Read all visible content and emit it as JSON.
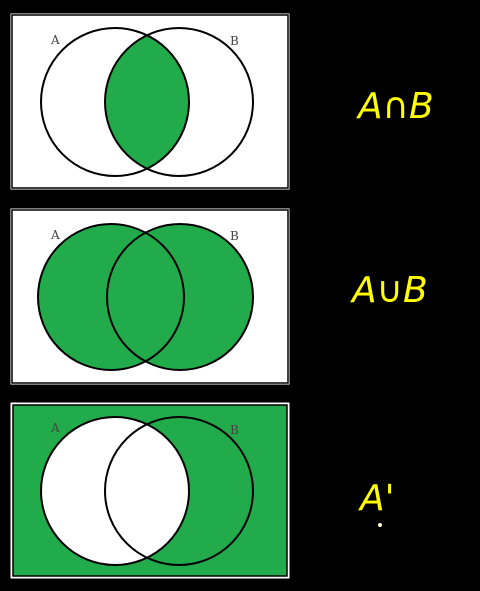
{
  "colors": {
    "background": "#000000",
    "fill": "#22ab4b",
    "white": "#ffffff",
    "outline": "#000000",
    "handwriting": "#ffff00"
  },
  "panels": [
    {
      "id": "intersection",
      "set_a_label": "A",
      "set_b_label": "B",
      "note": "A∩B",
      "shading": "intersection"
    },
    {
      "id": "union",
      "set_a_label": "A",
      "set_b_label": "B",
      "note": "A∪B",
      "shading": "union"
    },
    {
      "id": "complement",
      "set_a_label": "A",
      "set_b_label": "B",
      "note": "A'",
      "shading": "complement-a"
    }
  ]
}
